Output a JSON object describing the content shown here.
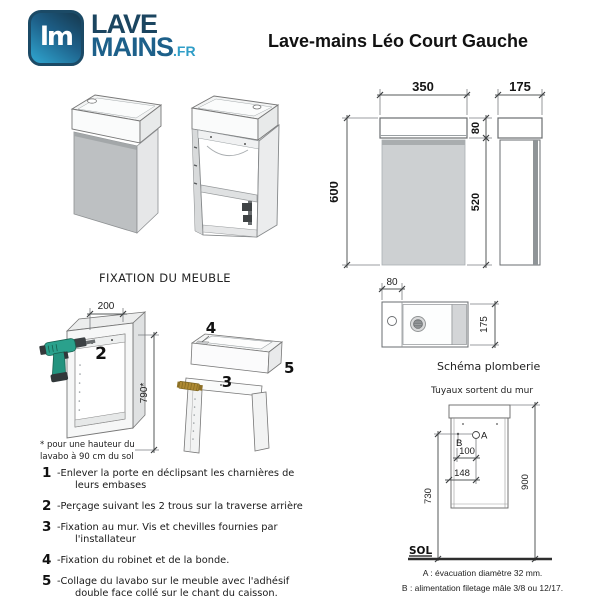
{
  "logo": {
    "word1": "LAVE",
    "word2": "MAINS",
    "suffix": ".FR",
    "monogram": "lm"
  },
  "title": "Lave-mains Léo Court Gauche",
  "views": {
    "front_width": "350",
    "side_width": "175",
    "front_height": "600",
    "basin_height": "80",
    "body_height": "520",
    "top_left_width": "80",
    "top_depth": "175"
  },
  "fixation": {
    "heading": "FIXATION DU MEUBLE",
    "width_dim": "200",
    "height_dim": "790*",
    "label_2": "2",
    "label_3": "3",
    "label_4": "4",
    "label_5": "5",
    "footnote1": "* pour une hauteur du",
    "footnote2": "lavabo à 90 cm du sol"
  },
  "instructions": [
    {
      "num": "1",
      "line1": "-Enlever la porte en déclipsant les charnières de",
      "line2": "leurs embases"
    },
    {
      "num": "2",
      "line1": "-Perçage suivant les 2 trous sur la traverse arrière",
      "line2": ""
    },
    {
      "num": "3",
      "line1": "-Fixation au mur. Vis et chevilles fournies par",
      "line2": "l'installateur"
    },
    {
      "num": "4",
      "line1": "-Fixation du robinet et de la bonde.",
      "line2": ""
    },
    {
      "num": "5",
      "line1": "-Collage du lavabo sur le meuble avec l'adhésif",
      "line2": "double face collé sur le chant du caisson."
    }
  ],
  "plumbing": {
    "heading": "Schéma plomberie",
    "subheading": "Tuyaux sortent du mur",
    "label_a": "A",
    "label_b": "B",
    "dim_100": "100",
    "dim_148": "148",
    "dim_730": "730",
    "dim_900": "900",
    "floor": "SOL",
    "legend_a": "A : évacuation diamètre 32 mm.",
    "legend_b": "B : alimentation filetage mâle 3/8 ou 12/17."
  },
  "colors": {
    "brand_dark": "#1b4560",
    "brand_mid": "#1d608a",
    "brand_light": "#2f9dc7",
    "drill_green": "#2aa18c",
    "brass": "#ae8a33",
    "panel_gray": "#bdc0c2"
  }
}
